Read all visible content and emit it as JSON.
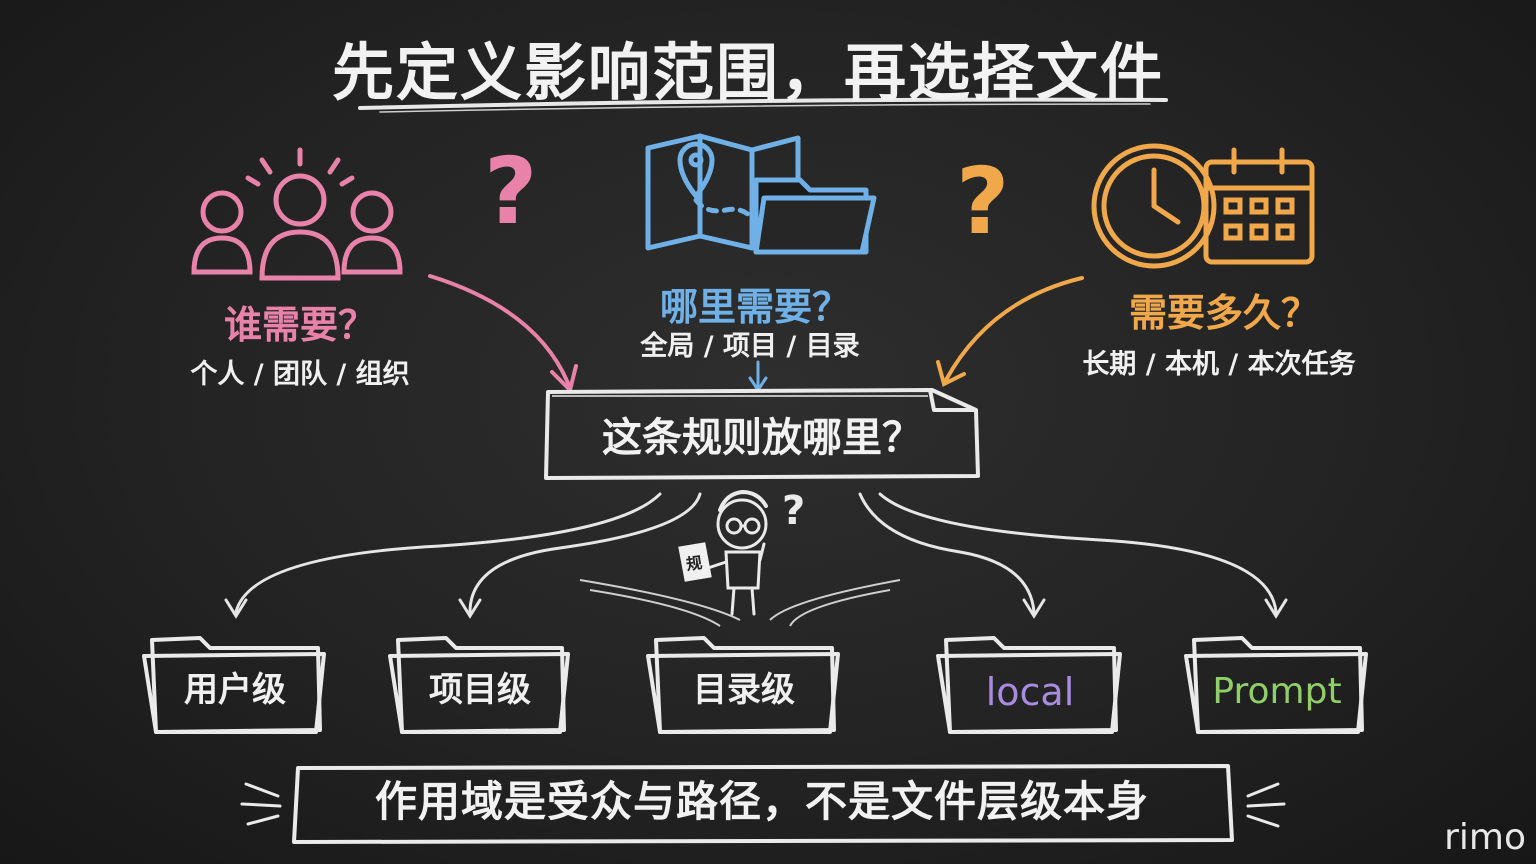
{
  "title": "先定义影响范围，再选择文件",
  "who": {
    "heading": "谁需要？",
    "options": "个人 / 团队 / 组织",
    "color": "#e882a8"
  },
  "where": {
    "heading": "哪里需要？",
    "options": "全局 / 项目 / 目录",
    "color": "#6fb0e6"
  },
  "howlong": {
    "heading": "需要多久？",
    "options": "长期 / 本机 / 本次任务",
    "color": "#f0a84a"
  },
  "question_mark": "?",
  "center_question": "这条规则放哪里？",
  "stick_figure": {
    "doc_char": "规",
    "thought": "?"
  },
  "folders": [
    {
      "label": "用户级",
      "color": "#f0f0f0"
    },
    {
      "label": "项目级",
      "color": "#f0f0f0"
    },
    {
      "label": "目录级",
      "color": "#f0f0f0"
    },
    {
      "label": "local",
      "color": "#a98bdf"
    },
    {
      "label": "Prompt",
      "color": "#8fcf6a"
    }
  ],
  "bottom_note": "作用域是受众与路径，不是文件层级本身",
  "watermark": "rimo"
}
